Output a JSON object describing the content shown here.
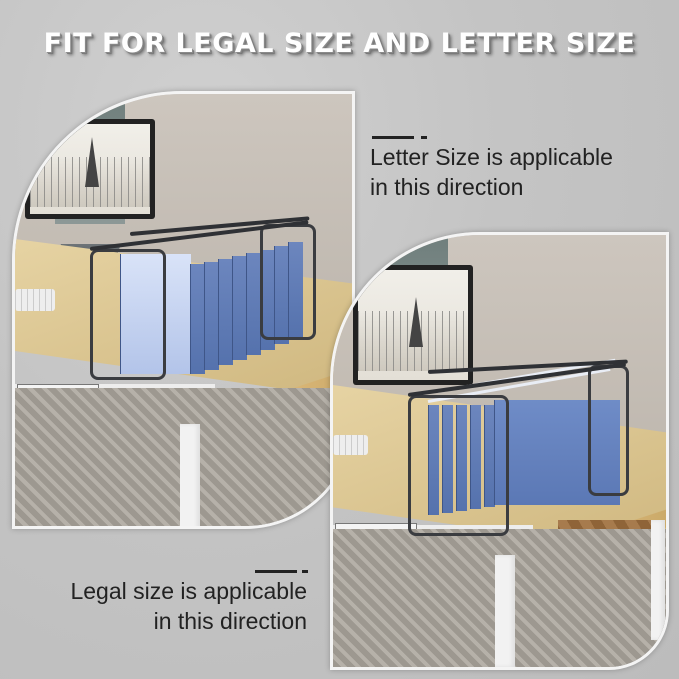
{
  "headline": "FIT FOR LEGAL SIZE AND LETTER SIZE",
  "captions": {
    "letter": {
      "line1": "Letter Size is applicable",
      "line2": "in this direction"
    },
    "legal": {
      "line1": "Legal size is applicable",
      "line2": "in this direction"
    }
  },
  "panels": [
    {
      "id": "legal-orientation",
      "description": "Hanging file frame on desk, folders hung front-to-back (legal direction)",
      "folder_count": 10
    },
    {
      "id": "letter-orientation",
      "description": "Hanging file frame on desk, folders hung side-to-side (letter direction)",
      "folder_count": 7
    }
  ],
  "colors": {
    "background": "#c4c4c4",
    "headline": "#ffffff",
    "caption_text": "#222222",
    "folder_blue": "#5c78b2",
    "rack_black": "#3a3c40",
    "desk_wood": "#dcc591"
  }
}
